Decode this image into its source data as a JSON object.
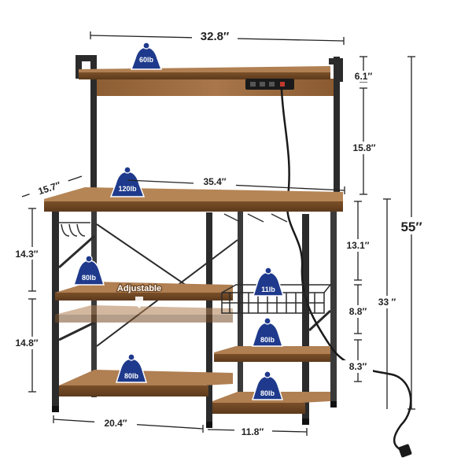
{
  "colors": {
    "wood": "#9a6a3c",
    "wood_dark": "#6e4724",
    "frame": "#2b2b2b",
    "badge": "#1f3a8c",
    "dimension": "#222222"
  },
  "dimensions": {
    "top_width": "32.8′′",
    "depth": "15.7′′",
    "tabletop_width": "35.4′′",
    "hutch_shelf_height": "6.1′′",
    "hutch_height": "15.8′′",
    "total_height": "55′′",
    "upper_left_height": "14.3′′",
    "lower_left_height": "14.8′′",
    "right_upper_height": "13.1′′",
    "right_mid_height": "8.8′′",
    "right_lower_height": "8.3′′",
    "table_height": "33 ′′",
    "bottom_left_width": "20.4′′",
    "bottom_right_width": "11.8′′"
  },
  "weight_badges": {
    "top_shelf": "60lb",
    "tabletop": "120lb",
    "left_middle_shelf": "80lb",
    "basket": "11lb",
    "right_middle_shelf": "80lb",
    "bottom_left_shelf": "80lb",
    "bottom_right_shelf": "80lb"
  },
  "adjustable_label": "Adjustable"
}
